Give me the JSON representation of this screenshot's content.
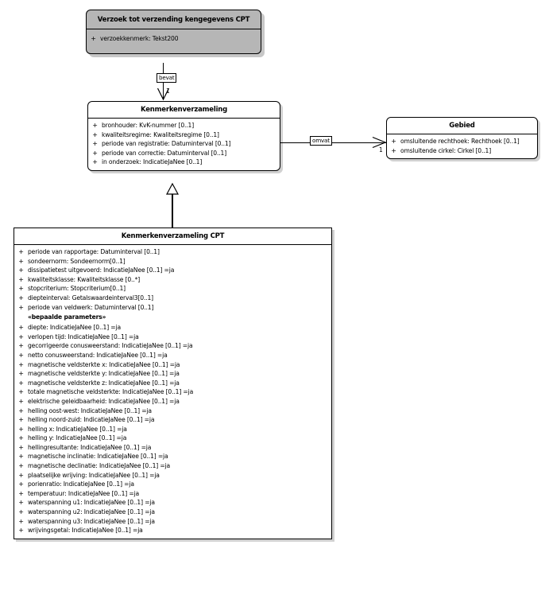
{
  "diagram": {
    "type": "uml-class-diagram",
    "language": "nl",
    "background_color": "#ffffff",
    "line_color": "#000000",
    "shaded_fill": "#b6b6b6",
    "plain_fill": "#ffffff"
  },
  "classes": [
    {
      "id": "verzoek",
      "name": "Verzoek tot verzending kengegevens CPT",
      "style": "shaded",
      "attributes": [
        {
          "visibility": "+",
          "text": "verzoekkenmerk: Tekst200"
        }
      ]
    },
    {
      "id": "kenmerkenverzameling",
      "name": "Kenmerkenverzameling",
      "style": "plain",
      "attributes": [
        {
          "visibility": "+",
          "text": "bronhouder: KvK-nummer [0..1]"
        },
        {
          "visibility": "+",
          "text": "kwaliteitsregime: Kwaliteitsregime [0..1]"
        },
        {
          "visibility": "+",
          "text": "periode van registratie: Datuminterval [0..1]"
        },
        {
          "visibility": "+",
          "text": "periode van correctie: Datuminterval [0..1]"
        },
        {
          "visibility": "+",
          "text": "in onderzoek: IndicatieJaNee [0..1]"
        }
      ]
    },
    {
      "id": "gebied",
      "name": "Gebied",
      "style": "plain",
      "attributes": [
        {
          "visibility": "+",
          "text": "omsluitende rechthoek: Rechthoek [0..1]"
        },
        {
          "visibility": "+",
          "text": "omsluitende cirkel: Cirkel [0..1]"
        }
      ]
    },
    {
      "id": "kenmerkenverzameling_cpt",
      "name": "Kenmerkenverzameling CPT",
      "style": "plain",
      "attributes": [
        {
          "visibility": "+",
          "text": "periode van rapportage: Datuminterval [0..1]"
        },
        {
          "visibility": "+",
          "text": "sondeernorm: Sondeernorm[0..1]"
        },
        {
          "visibility": "+",
          "text": "dissipatietest uitgevoerd: IndicatieJaNee [0..1] =ja"
        },
        {
          "visibility": "+",
          "text": "kwaliteitsklasse: Kwaliteitsklasse [0..*]"
        },
        {
          "visibility": "+",
          "text": "stopcriterium: Stopcriterium[0..1]"
        },
        {
          "visibility": "+",
          "text": "diepteinterval: Getalswaardeinterval3[0..1]"
        },
        {
          "visibility": "+",
          "text": "periode van veldwerk: Datuminterval [0..1]"
        },
        {
          "visibility": "",
          "text": "«bepaalde parameters»",
          "stereotype": true
        },
        {
          "visibility": "+",
          "text": "diepte: IndicatieJaNee [0..1] =ja"
        },
        {
          "visibility": "+",
          "text": "verlopen tijd: IndicatieJaNee [0..1] =ja"
        },
        {
          "visibility": "+",
          "text": "gecorrigeerde conusweerstand: IndicatieJaNee [0..1] =ja"
        },
        {
          "visibility": "+",
          "text": "netto conusweerstand: IndicatieJaNee [0..1] =ja"
        },
        {
          "visibility": "+",
          "text": "magnetische veldsterkte x: IndicatieJaNee [0..1] =ja"
        },
        {
          "visibility": "+",
          "text": "magnetische veldsterkte y: IndicatieJaNee [0..1] =ja"
        },
        {
          "visibility": "+",
          "text": "magnetische veldsterkte z: IndicatieJaNee [0..1] =ja"
        },
        {
          "visibility": "+",
          "text": "totale magnetische veldsterkte: IndicatieJaNee [0..1] =ja"
        },
        {
          "visibility": "+",
          "text": "elektrische geleidbaarheid: IndicatieJaNee [0..1] =ja"
        },
        {
          "visibility": "+",
          "text": "helling oost-west: IndicatieJaNee [0..1] =ja"
        },
        {
          "visibility": "+",
          "text": "helling noord-zuid: IndicatieJaNee [0..1] =ja"
        },
        {
          "visibility": "+",
          "text": "helling x: IndicatieJaNee [0..1] =ja"
        },
        {
          "visibility": "+",
          "text": "helling y: IndicatieJaNee [0..1] =ja"
        },
        {
          "visibility": "+",
          "text": "hellingresultante: IndicatieJaNee [0..1] =ja"
        },
        {
          "visibility": "+",
          "text": "magnetische inclinatie: IndicatieJaNee [0..1] =ja"
        },
        {
          "visibility": "+",
          "text": "magnetische declinatie: IndicatieJaNee [0..1] =ja"
        },
        {
          "visibility": "+",
          "text": "plaatselijke wrijving: IndicatieJaNee [0..1] =ja"
        },
        {
          "visibility": "+",
          "text": "porienratio: IndicatieJaNee [0..1] =ja"
        },
        {
          "visibility": "+",
          "text": "temperatuur: IndicatieJaNee [0..1] =ja"
        },
        {
          "visibility": "+",
          "text": "waterspanning u1: IndicatieJaNee [0..1] =ja"
        },
        {
          "visibility": "+",
          "text": "waterspanning u2: IndicatieJaNee [0..1] =ja"
        },
        {
          "visibility": "+",
          "text": "waterspanning u3: IndicatieJaNee [0..1] =ja"
        },
        {
          "visibility": "+",
          "text": "wrijvingsgetal: IndicatieJaNee [0..1] =ja"
        }
      ]
    }
  ],
  "connectors": [
    {
      "id": "bevat",
      "kind": "association",
      "label": "bevat",
      "source": "verzoek",
      "target": "kenmerkenverzameling",
      "target_multiplicity": "1"
    },
    {
      "id": "omvat",
      "kind": "association",
      "label": "omvat",
      "source": "kenmerkenverzameling",
      "target": "gebied",
      "target_multiplicity": "1"
    },
    {
      "id": "generalisatie",
      "kind": "generalization",
      "label": "",
      "source": "kenmerkenverzameling_cpt",
      "target": "kenmerkenverzameling",
      "target_multiplicity": ""
    }
  ]
}
